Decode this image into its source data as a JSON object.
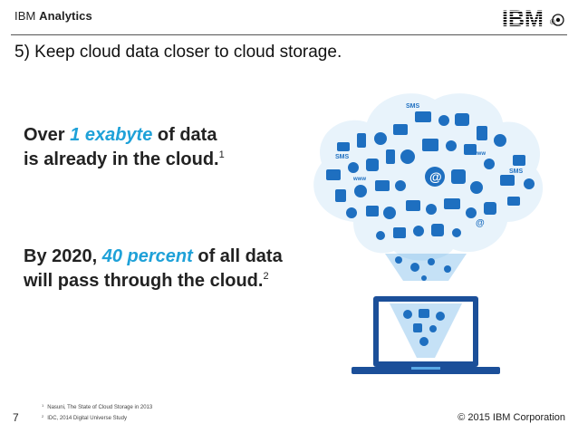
{
  "header": {
    "brand_part1": "IBM",
    "brand_part2": "Analytics",
    "logo_text": "IBM",
    "logo_suffix": "®"
  },
  "slide": {
    "title": "5) Keep cloud data closer to cloud storage."
  },
  "stat1": {
    "line1_before": "Over ",
    "highlight": "1 exabyte",
    "line1_after": " of data",
    "line2": "is already in the cloud.",
    "ref": "1"
  },
  "stat2": {
    "line1_before": "By 2020, ",
    "highlight": "40 percent",
    "line1_after": " of all data",
    "line2": "will pass through the cloud.",
    "ref": "2"
  },
  "illustration": {
    "icon_label_1": "SMS",
    "icon_label_2": "SMS",
    "icon_label_3": "SMS",
    "icon_label_4": "@",
    "icon_label_5": "@",
    "icon_label_6": "www",
    "icon_label_7": "www"
  },
  "footnotes": [
    {
      "marker": "1",
      "text": "Nasuni, The State of Cloud Storage in 2013"
    },
    {
      "marker": "2",
      "text": "IDC, 2014 Digital Universe Study"
    }
  ],
  "footer": {
    "page_number": "7",
    "copyright": "© 2015 IBM Corporation"
  },
  "colors": {
    "accent": "#1ea1d8",
    "icon_blue": "#1e6fc0",
    "icon_dark": "#1b4f99"
  }
}
